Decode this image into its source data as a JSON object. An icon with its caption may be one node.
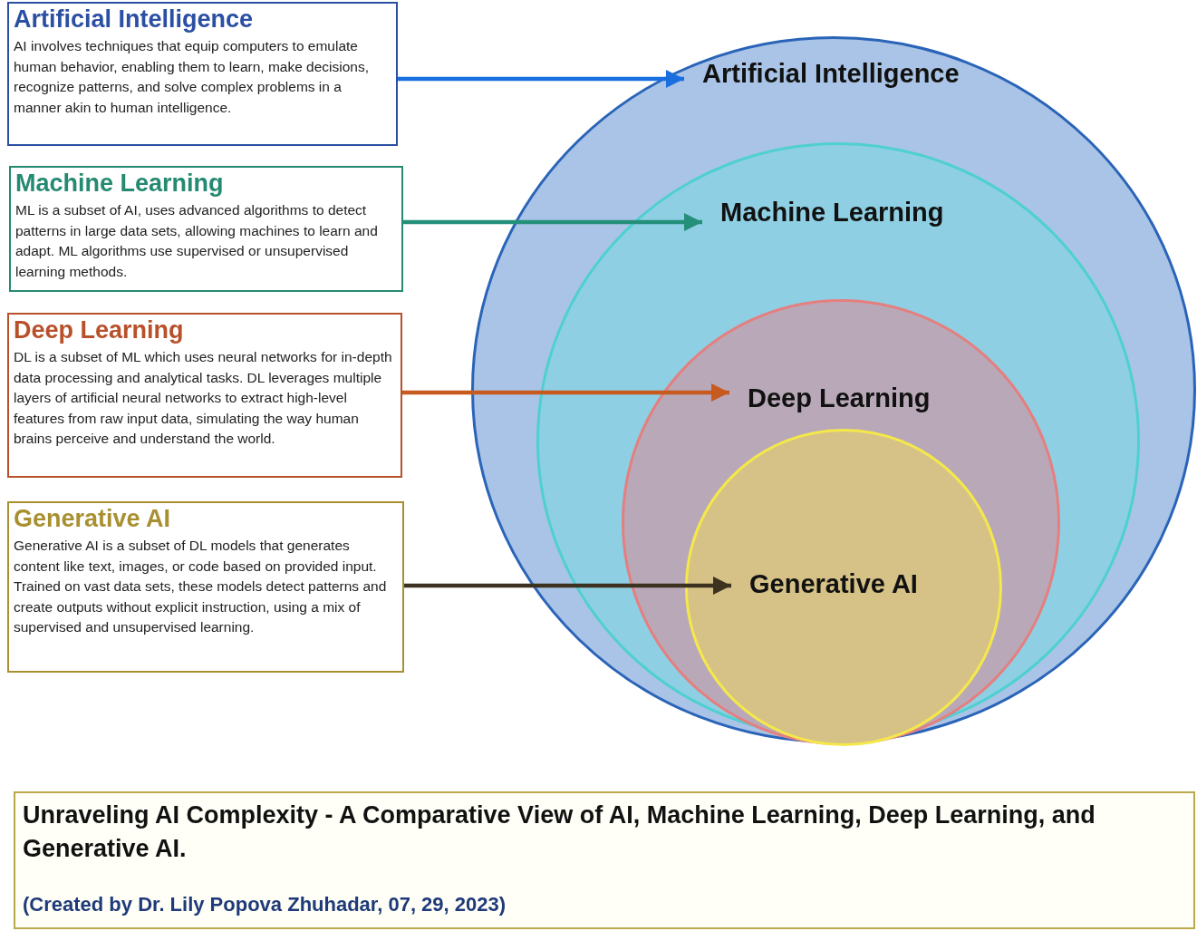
{
  "diagram": {
    "caption": "Unraveling AI Complexity - A Comparative View of AI, Machine Learning, Deep Learning, and Generative AI.",
    "nodes": [
      {
        "text": [
          "Artificial Intelligence",
          "AI involves techniques that equip computers to emulate human behavior, enabling them to learn, make decisions, recognize patterns, and solve complex problems in a manner akin to human intelligence."
        ]
      },
      {
        "text": [
          "Machine Learning",
          "ML is a subset of AI, uses advanced algorithms to detect patterns in large data sets, allowing machines to learn and adapt. ML algorithms use supervised or unsupervised learning methods."
        ]
      },
      {
        "text": [
          "Deep Learning",
          "DL is a subset of ML which uses neural networks for in-depth data processing and analytical tasks. DL leverages multiple layers of artificial neural networks to extract high-level features from raw input data, simulating the way human brains perceive and understand the world."
        ]
      },
      {
        "text": [
          "Generative AI",
          "Generative AI is a subset of DL models that generates content like text, images, or code based on provided input. Trained on vast data sets, these models detect patterns and create outputs without explicit instruction, using a mix of supervised and unsupervised learning."
        ]
      },
      {
        "text": [
          "Artificial Intelligence"
        ]
      },
      {
        "text": [
          "Machine Learning"
        ],
        "in": 4
      },
      {
        "text": [
          "Deep Learning"
        ],
        "in": 5
      },
      {
        "text": [
          "Generative AI"
        ],
        "in": 6
      }
    ],
    "edges": [
      {
        "from": 0,
        "to": 4,
        "arrow": "to",
        "color": "#1a6fe0"
      },
      {
        "from": 1,
        "to": 5,
        "arrow": "to",
        "color": "#25907a"
      },
      {
        "from": 2,
        "to": 6,
        "arrow": "to",
        "color": "#c75a1f"
      },
      {
        "from": 3,
        "to": 7,
        "arrow": "to",
        "color": "#3d3220"
      }
    ],
    "labels": [
      "(Created by Dr. Lily Popova Zhuhadar, 07, 29, 2023)"
    ]
  }
}
